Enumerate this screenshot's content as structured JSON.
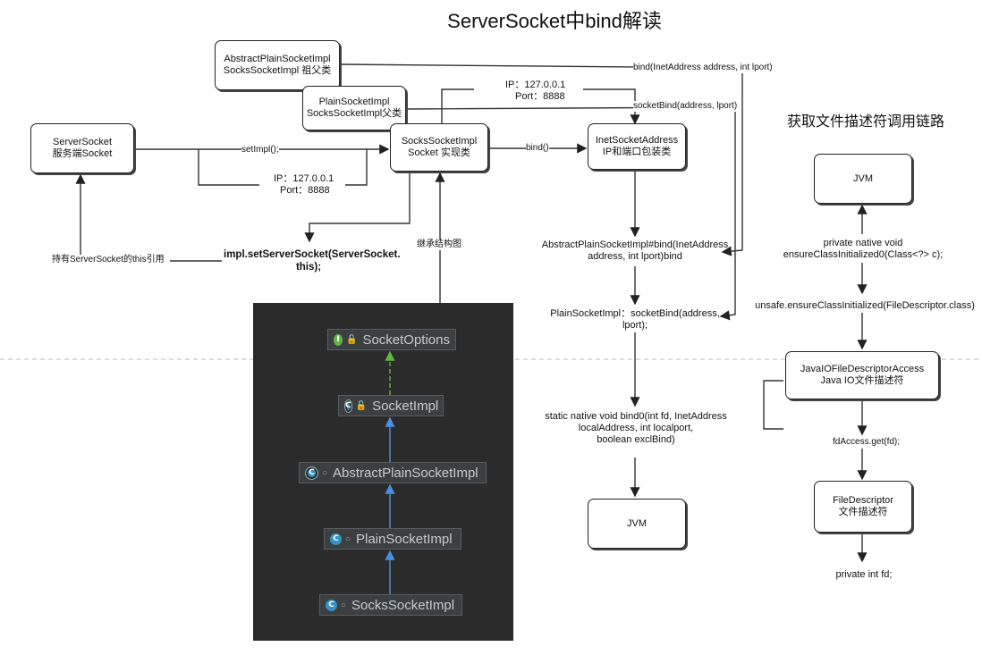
{
  "title": "ServerSocket中bind解读",
  "subtitle": "获取文件描述符调用链路",
  "boxes": {
    "server_socket": [
      "ServerSocket",
      "服务端Socket"
    ],
    "abstract_plain": [
      "AbstractPlainSocketImpl",
      "SocksSocketImpl 祖父类"
    ],
    "plain": [
      "PlainSocketImpl",
      "SocksSocketImpl父类"
    ],
    "socks": [
      "SocksSocketImpl",
      "Socket 实现类"
    ],
    "inet": [
      "InetSocketAddress",
      "IP和端口包装类"
    ],
    "jvm_bottom": "JVM",
    "jvm_top": "JVM",
    "java_io": [
      "JavaIOFileDescriptorAccess",
      "Java IO文件描述符"
    ],
    "file_desc": [
      "FileDescriptor",
      "文件描述符"
    ]
  },
  "labels": {
    "set_impl": "setImpl();",
    "bind_call": "bind()",
    "ip_top": "IP：127.0.0.1",
    "port_top": "Port：8888",
    "ip_mid": "IP：127.0.0.1",
    "port_mid": "Port：8888",
    "holds_ref": "持有ServerSocket的this引用",
    "set_server_socket": [
      "impl.setServerSocket(ServerSocket.",
      "this);"
    ],
    "inherit": "继承结构图",
    "bind_sig": "bind(InetAddress address, int lport)",
    "socket_bind": "socketBind(address, lport)",
    "abstract_bind": [
      "AbstractPlainSocketImpl#bind(InetAddress",
      "address, int lport)bind"
    ],
    "plain_bind": [
      "PlainSocketImpl：socketBind(address,",
      "lport);"
    ],
    "native_bind": [
      "static native void bind0(int fd, InetAddress",
      "localAddress, int localport,",
      "boolean exclBind)"
    ],
    "private_native": [
      "private native void",
      "ensureClassInitialized0(Class<?> c);"
    ],
    "unsafe": "unsafe.ensureClassInitialized(FileDescriptor.class)",
    "fd_access": "fdAccess.get(fd);",
    "private_fd": "private int fd;"
  },
  "hierarchy": {
    "nodes": [
      {
        "name": "SocketOptions",
        "kind": "interface"
      },
      {
        "name": "SocketImpl",
        "kind": "abstract"
      },
      {
        "name": "AbstractPlainSocketImpl",
        "kind": "abstract"
      },
      {
        "name": "PlainSocketImpl",
        "kind": "class"
      },
      {
        "name": "SocksSocketImpl",
        "kind": "class"
      }
    ],
    "colors": {
      "background": "#2b2b2b",
      "implements_arrow": "#62b543",
      "extends_arrow": "#4a90e2"
    }
  }
}
